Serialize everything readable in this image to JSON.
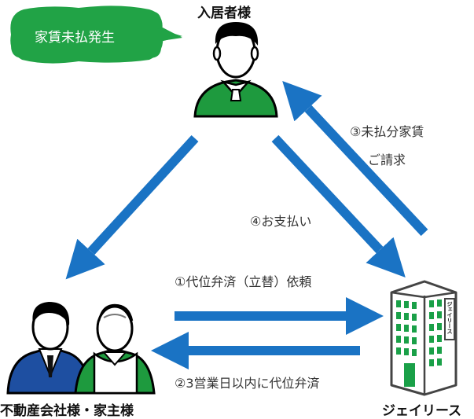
{
  "tenant": {
    "title": "入居者様",
    "bubble": "家賃未払発生"
  },
  "agency": {
    "title": "不動産会社様・家主様"
  },
  "company": {
    "title": "ジェイリース",
    "sign": "ジェイリース"
  },
  "steps": {
    "step1": "①代位弁済（立替）依頼",
    "step2": "②3営業日以内に代位弁済",
    "step3_line1": "③未払分家賃",
    "step3_line2": "ご請求",
    "step4": "④お支払い"
  },
  "colors": {
    "arrow": "#1a73c4",
    "bubble": "#21a346",
    "green_shirt": "#1e9a3e",
    "blue_suit": "#1e4fa1",
    "building": "#1aa048"
  }
}
